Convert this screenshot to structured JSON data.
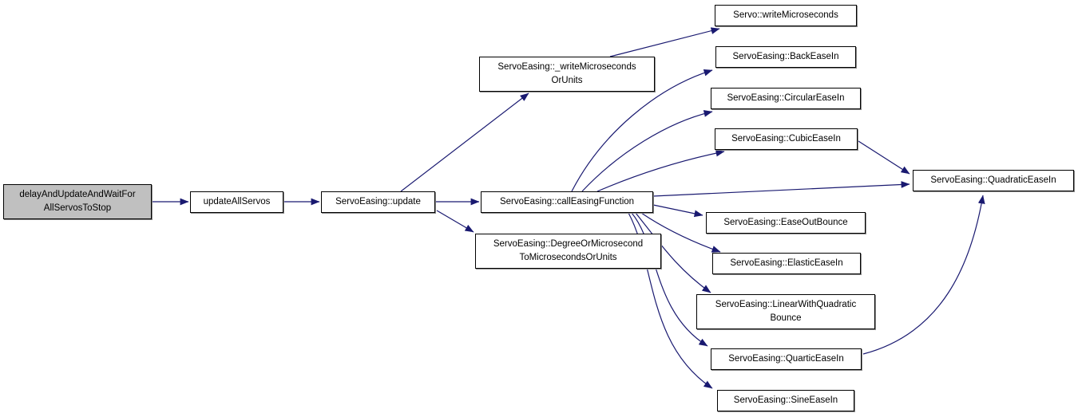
{
  "diagram": {
    "type": "call-graph",
    "focus_function": "delayAndUpdateAndWaitForAllServosToStop",
    "colors": {
      "edge": "#191970",
      "node_fill": "#ffffff",
      "node_border": "#000000",
      "focus_node_fill": "#c0c0c0",
      "text": "#000000",
      "background": "#ffffff"
    },
    "nodes": [
      {
        "label": "delayAndUpdateAndWaitFor\nAllServosToStop"
      },
      {
        "label": "updateAllServos"
      },
      {
        "label": "ServoEasing::update"
      },
      {
        "label": "ServoEasing::_writeMicroseconds\nOrUnits"
      },
      {
        "label": "ServoEasing::callEasingFunction"
      },
      {
        "label": "ServoEasing::DegreeOrMicrosecond\nToMicrosecondsOrUnits"
      },
      {
        "label": "Servo::writeMicroseconds"
      },
      {
        "label": "ServoEasing::BackEaseIn"
      },
      {
        "label": "ServoEasing::CircularEaseIn"
      },
      {
        "label": "ServoEasing::CubicEaseIn"
      },
      {
        "label": "ServoEasing::EaseOutBounce"
      },
      {
        "label": "ServoEasing::ElasticEaseIn"
      },
      {
        "label": "ServoEasing::LinearWithQuadratic\nBounce"
      },
      {
        "label": "ServoEasing::QuarticEaseIn"
      },
      {
        "label": "ServoEasing::SineEaseIn"
      },
      {
        "label": "ServoEasing::QuadraticEaseIn"
      }
    ],
    "edges": [
      {
        "from": "delayAndUpdateAndWaitForAllServosToStop",
        "to": "updateAllServos"
      },
      {
        "from": "updateAllServos",
        "to": "ServoEasing::update"
      },
      {
        "from": "ServoEasing::update",
        "to": "ServoEasing::_writeMicrosecondsOrUnits"
      },
      {
        "from": "ServoEasing::update",
        "to": "ServoEasing::callEasingFunction"
      },
      {
        "from": "ServoEasing::update",
        "to": "ServoEasing::DegreeOrMicrosecondToMicrosecondsOrUnits"
      },
      {
        "from": "ServoEasing::_writeMicrosecondsOrUnits",
        "to": "Servo::writeMicroseconds"
      },
      {
        "from": "ServoEasing::callEasingFunction",
        "to": "ServoEasing::BackEaseIn"
      },
      {
        "from": "ServoEasing::callEasingFunction",
        "to": "ServoEasing::CircularEaseIn"
      },
      {
        "from": "ServoEasing::callEasingFunction",
        "to": "ServoEasing::CubicEaseIn"
      },
      {
        "from": "ServoEasing::callEasingFunction",
        "to": "ServoEasing::QuadraticEaseIn"
      },
      {
        "from": "ServoEasing::callEasingFunction",
        "to": "ServoEasing::EaseOutBounce"
      },
      {
        "from": "ServoEasing::callEasingFunction",
        "to": "ServoEasing::ElasticEaseIn"
      },
      {
        "from": "ServoEasing::callEasingFunction",
        "to": "ServoEasing::LinearWithQuadraticBounce"
      },
      {
        "from": "ServoEasing::callEasingFunction",
        "to": "ServoEasing::QuarticEaseIn"
      },
      {
        "from": "ServoEasing::callEasingFunction",
        "to": "ServoEasing::SineEaseIn"
      },
      {
        "from": "ServoEasing::CubicEaseIn",
        "to": "ServoEasing::QuadraticEaseIn"
      },
      {
        "from": "ServoEasing::QuarticEaseIn",
        "to": "ServoEasing::QuadraticEaseIn"
      }
    ]
  }
}
